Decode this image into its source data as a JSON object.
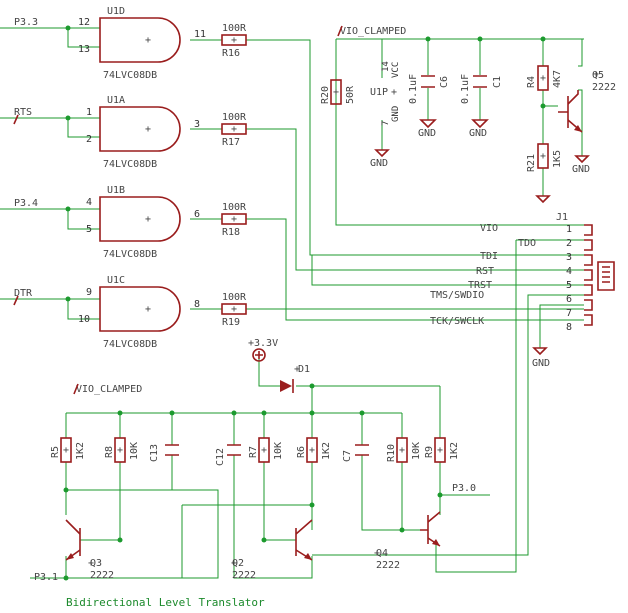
{
  "title": "Bidirectional Level Translator",
  "nets": {
    "p33": "P3.3",
    "rts": "RTS",
    "p34": "P3.4",
    "dtr": "DTR",
    "vio_clamped_top": "VIO_CLAMPED",
    "vio_clamped_bottom": "VIO_CLAMPED",
    "plus33v": "+3.3V",
    "p30": "P3.0",
    "p31": "P3.1",
    "vio": "VIO",
    "tdo": "TDO",
    "tdi": "TDI",
    "rst": "RST",
    "trst": "TRST",
    "tms": "TMS/SWDIO",
    "tck": "TCK/SWCLK"
  },
  "gates": [
    {
      "ref": "U1D",
      "part": "74LVC08DB",
      "in1": "12",
      "in2": "13",
      "out": "11"
    },
    {
      "ref": "U1A",
      "part": "74LVC08DB",
      "in1": "1",
      "in2": "2",
      "out": "3"
    },
    {
      "ref": "U1B",
      "part": "74LVC08DB",
      "in1": "4",
      "in2": "5",
      "out": "6"
    },
    {
      "ref": "U1C",
      "part": "74LVC08DB",
      "in1": "9",
      "in2": "10",
      "out": "8"
    }
  ],
  "resistors": {
    "r16": {
      "ref": "R16",
      "value": "100R"
    },
    "r17": {
      "ref": "R17",
      "value": "100R"
    },
    "r18": {
      "ref": "R18",
      "value": "100R"
    },
    "r19": {
      "ref": "R19",
      "value": "100R"
    },
    "r20": {
      "ref": "R20",
      "value": "50R"
    },
    "r4": {
      "ref": "R4",
      "value": "4K7"
    },
    "r21": {
      "ref": "R21",
      "value": "1K5"
    },
    "r5": {
      "ref": "R5",
      "value": "1K2"
    },
    "r8": {
      "ref": "R8",
      "value": "10K"
    },
    "r7": {
      "ref": "R7",
      "value": "10K"
    },
    "r6": {
      "ref": "R6",
      "value": "1K2"
    },
    "r10": {
      "ref": "R10",
      "value": "10K"
    },
    "r9": {
      "ref": "R9",
      "value": "1K2"
    }
  },
  "capacitors": {
    "c6": {
      "ref": "C6",
      "value": "0.1uF"
    },
    "c1": {
      "ref": "C1",
      "value": "0.1uF"
    },
    "c13": {
      "ref": "C13"
    },
    "c12": {
      "ref": "C12"
    },
    "c7": {
      "ref": "C7"
    }
  },
  "power": {
    "ref": "U1P",
    "vcc": "VCC",
    "gnd": "GND",
    "pin_vcc": "14",
    "pin_gnd": "7"
  },
  "transistors": {
    "q5": {
      "ref": "Q5",
      "value": "2222"
    },
    "q3": {
      "ref": "Q3",
      "value": "2222"
    },
    "q2": {
      "ref": "Q2",
      "value": "2222"
    },
    "q4": {
      "ref": "Q4",
      "value": "2222"
    }
  },
  "diode": {
    "ref": "D1"
  },
  "connector": {
    "ref": "J1",
    "pins": [
      "1",
      "2",
      "3",
      "4",
      "5",
      "6",
      "7",
      "8"
    ]
  },
  "gnd_label": "GND"
}
